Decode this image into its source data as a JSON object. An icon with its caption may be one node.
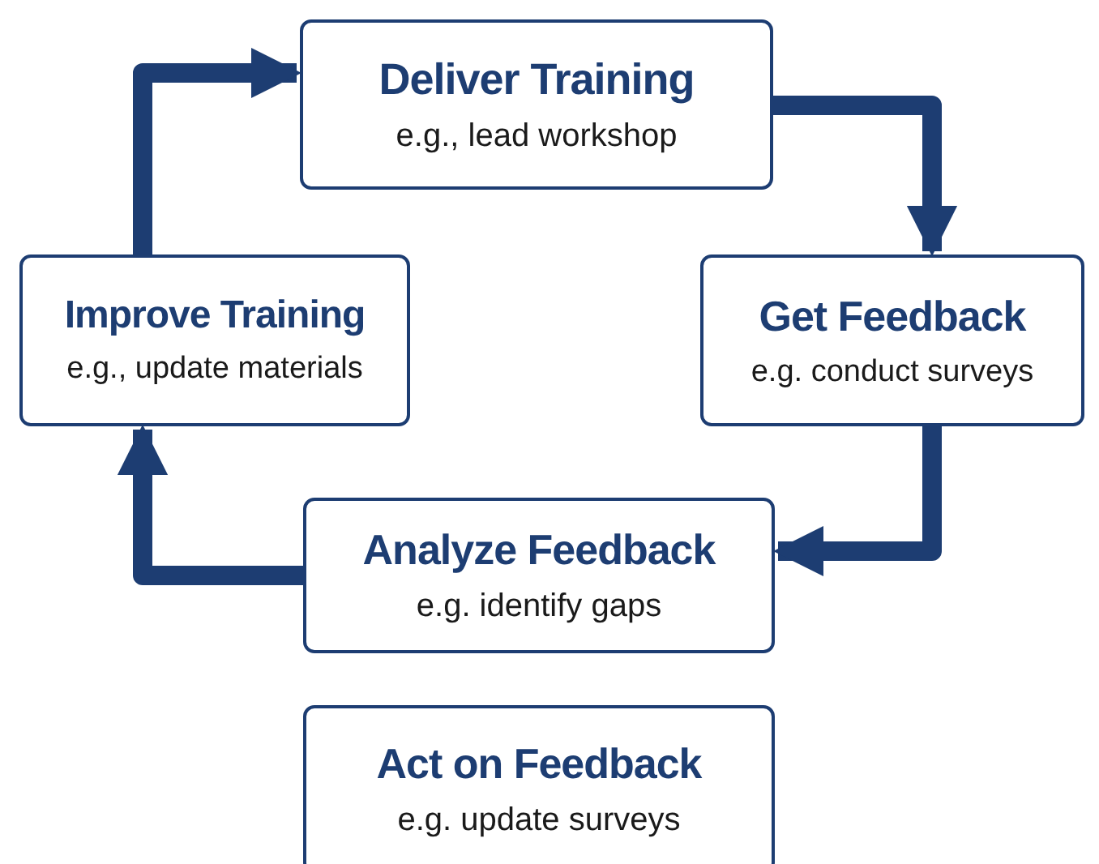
{
  "diagram": {
    "nodes": [
      {
        "text": [
          "Deliver Training",
          "e.g., lead workshop"
        ]
      },
      {
        "text": [
          "Get Feedback",
          "e.g. conduct surveys"
        ]
      },
      {
        "text": [
          "Analyze Feedback",
          "e.g. identify gaps"
        ]
      },
      {
        "text": [
          "Improve Training",
          "e.g., update materials"
        ]
      },
      {
        "text": [
          "Act on Feedback",
          "e.g. update surveys"
        ]
      }
    ],
    "edges": [
      {
        "from": 0,
        "to": 1,
        "arrow": "to"
      },
      {
        "from": 1,
        "to": 2,
        "arrow": "to"
      },
      {
        "from": 2,
        "to": 3,
        "arrow": "to"
      },
      {
        "from": 3,
        "to": 0,
        "arrow": "to"
      }
    ]
  }
}
